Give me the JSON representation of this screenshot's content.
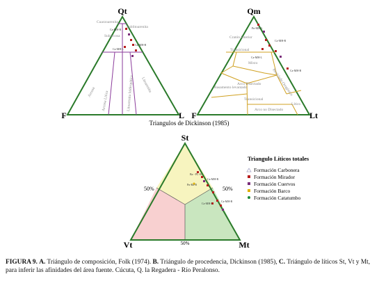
{
  "folk": {
    "apex_top": "Qt",
    "apex_left": "F",
    "apex_right": "L",
    "fields": [
      "Cuarzoarenita",
      "Subarcosa",
      "Sublitoarenita",
      "Arcosa",
      "Arcosa Lítica",
      "Litoarenita feldespática",
      "Litoarenita"
    ],
    "sample_labels": [
      "Ca-MH-R",
      "Ca-MH-B",
      "Ca-MH-L"
    ]
  },
  "dickinson": {
    "apex_top": "Qm",
    "apex_left": "F",
    "apex_right": "Lt",
    "fields": [
      "Transicional",
      "Mixto",
      "Cratón Interior",
      "Arco Disectado",
      "Basamento levantado",
      "Transicional",
      "Arco no Disectado",
      "Lítico",
      "Reciclado Orogénico"
    ],
    "sample_labels": [
      "Pn-MH-L",
      "Ca-MH-L",
      "Ca-MH-R",
      "Ca-MH-B"
    ]
  },
  "middle_title": "Triangulos de Dickinson (1985)",
  "lithics": {
    "apex_top": "St",
    "apex_left": "Vt",
    "apex_right": "Mt",
    "edge_left": "50%",
    "edge_right": "50%",
    "edge_bottom": "50%",
    "sample_labels": [
      "Ba - PL-81",
      "Pn-Ba-B",
      "Ca-MH-R",
      "Ca-MH-B",
      "Ca-MH-L"
    ]
  },
  "legend": {
    "title": "Triangulo Líticos totales",
    "items": [
      {
        "label": "Formación Carbonera",
        "color": "#a8a8c8"
      },
      {
        "label": "Formación Mirador",
        "color": "#b81d1d"
      },
      {
        "label": "Formación Cuervos",
        "color": "#7a2d7a"
      },
      {
        "label": "Formación Barco",
        "color": "#e0b000"
      },
      {
        "label": "Formación Catatumbo",
        "color": "#1c8a3a"
      }
    ]
  },
  "caption": {
    "figure": "FIGURA 9.",
    "a_label": "A.",
    "a_text": "Triángulo de composición, Folk (1974).",
    "b_label": "B.",
    "b_text": "Triángulo de procedencia, Dickinson (1985),",
    "c_label": "C.",
    "c_text": "Triángulo de líticos St, Vt y Mt, para inferir las afinidades del área fuente. Cúcuta, Q. la Regadera - Río Peralonso."
  },
  "colors": {
    "outline": "#2a7a2a",
    "folk_lines": "#8a3a9a",
    "dickinson_lines": "#d0a020",
    "field_upper": "#f7f4bf",
    "field_left": "#f8d0d0",
    "field_right": "#c9e6bf"
  }
}
